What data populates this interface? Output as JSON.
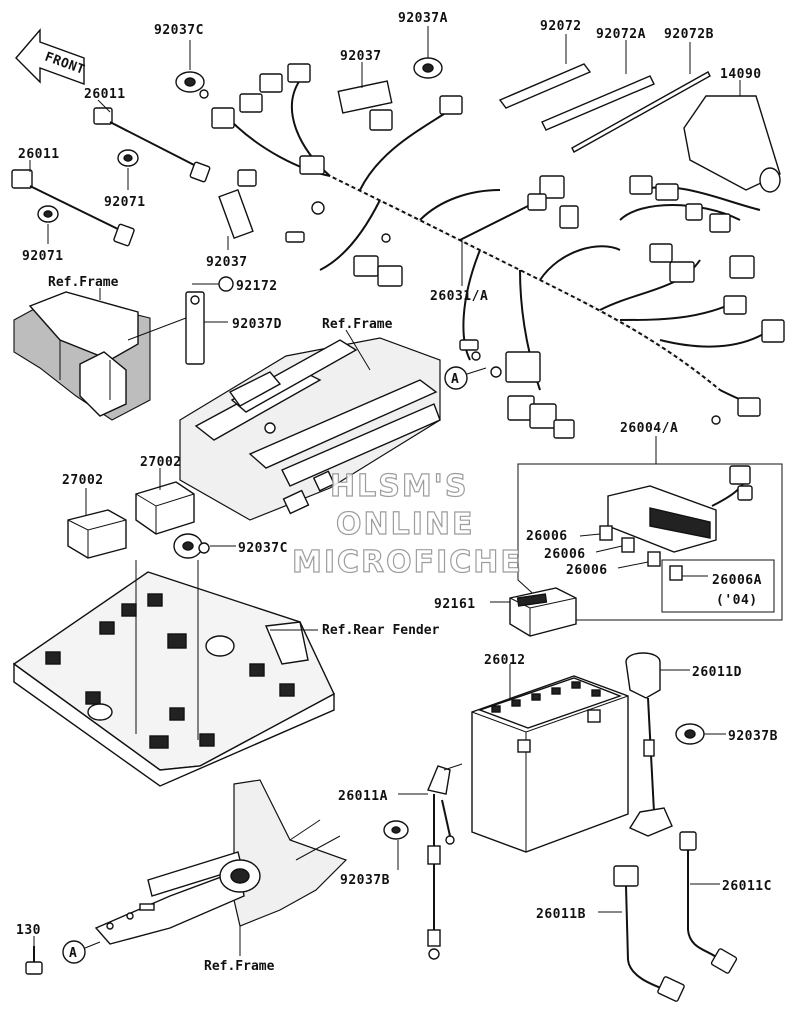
{
  "front_arrow": "FRONT",
  "watermark": [
    "HLSM'S",
    "ONLINE",
    "MICROFICHE"
  ],
  "labels": {
    "p92037C_top": "92037C",
    "p92037A": "92037A",
    "p92072": "92072",
    "p92072A": "92072A",
    "p92072B": "92072B",
    "p14090": "14090",
    "p92037_top": "92037",
    "p26011_a": "26011",
    "p26011_b": "26011",
    "p92071_a": "92071",
    "p92071_b": "92071",
    "p92037_mid": "92037",
    "p92172": "92172",
    "p26031A": "26031/A",
    "p92037D": "92037D",
    "p27002_a": "27002",
    "p27002_b": "27002",
    "p92037C_mid": "92037C",
    "p26004A": "26004/A",
    "p26006_a": "26006",
    "p26006_b": "26006",
    "p26006_c": "26006",
    "p26006A": "26006A",
    "p26006A_note": "('04)",
    "p92161": "92161",
    "p26012": "26012",
    "p26011D": "26011D",
    "p92037B_r": "92037B",
    "p26011A": "26011A",
    "p92037B_l": "92037B",
    "p26011C": "26011C",
    "p26011B": "26011B",
    "p130": "130",
    "refA_1": "A",
    "refA_2": "A"
  },
  "refs": {
    "frame_left": "Ref.Frame",
    "frame_mid": "Ref.Frame",
    "rear_fender": "Ref.Rear Fender",
    "frame_bottom": "Ref.Frame"
  }
}
